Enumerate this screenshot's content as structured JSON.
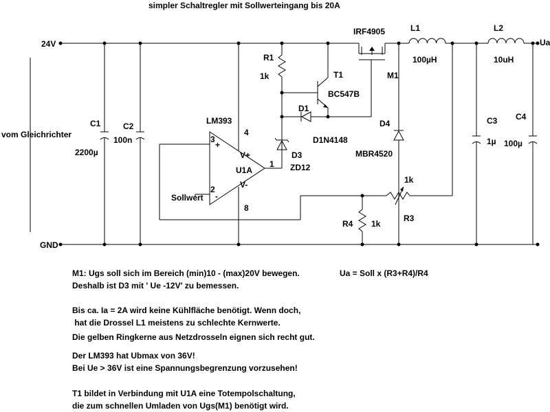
{
  "title": "simpler Schaltregler mit Sollwerteingang bis 20A",
  "nets": {
    "supply": "24V",
    "ground": "GND",
    "output": "Ua",
    "source": "vom Gleichrichter",
    "setpoint": "Sollwert"
  },
  "components": {
    "c1": {
      "ref": "C1",
      "value": "2200µ"
    },
    "c2": {
      "ref": "C2",
      "value": "100n"
    },
    "r1": {
      "ref": "R1",
      "value": "1k"
    },
    "t1": {
      "ref": "T1",
      "value": "BC547B"
    },
    "d1": {
      "ref": "D1",
      "value": "D1N4148"
    },
    "d3": {
      "ref": "D3",
      "value": "ZD12"
    },
    "u1": {
      "ref": "U1A",
      "value": "LM393",
      "pin4": "4",
      "pin8": "8",
      "pin1": "1",
      "pin2": "2",
      "pin3": "3",
      "plus": "+",
      "minus": "-",
      "vplus": "V+",
      "vminus": "V-"
    },
    "m1": {
      "ref": "M1",
      "value": "IRF4905"
    },
    "l1": {
      "ref": "L1",
      "value": "100µH"
    },
    "l2": {
      "ref": "L2",
      "value": "10uH"
    },
    "d4": {
      "ref": "D4",
      "value": "MBR4520"
    },
    "c3": {
      "ref": "C3",
      "value": "1µ"
    },
    "c4": {
      "ref": "C4",
      "value": "100µ"
    },
    "r3": {
      "ref": "R3",
      "value": "1k"
    },
    "r4": {
      "ref": "R4",
      "value": "1k"
    }
  },
  "formula": "Ua = Soll x (R3+R4)/R4",
  "notes": [
    "M1: Ugs soll sich im Bereich (min)10 - (max)20V bewegen.",
    "Deshalb ist D3 mit ' Ue -12V' zu bemessen.",
    "Bis ca. Ia = 2A wird keine Kühlfläche benötigt. Wenn doch,",
    " hat die Drossel L1 meistens zu schlechte Kernwerte.",
    "Die gelben Ringkerne aus Netzdrosseln eignen sich recht gut.",
    "Der LM393 hat Ubmax von 36V!",
    "Bei Ue > 36V ist eine Spannungsbegrenzung vorzusehen!",
    "T1 bildet in Verbindung mit U1A eine Totempolschaltung,",
    "die zum schnellen Umladen von Ugs(M1) benötigt wird."
  ]
}
